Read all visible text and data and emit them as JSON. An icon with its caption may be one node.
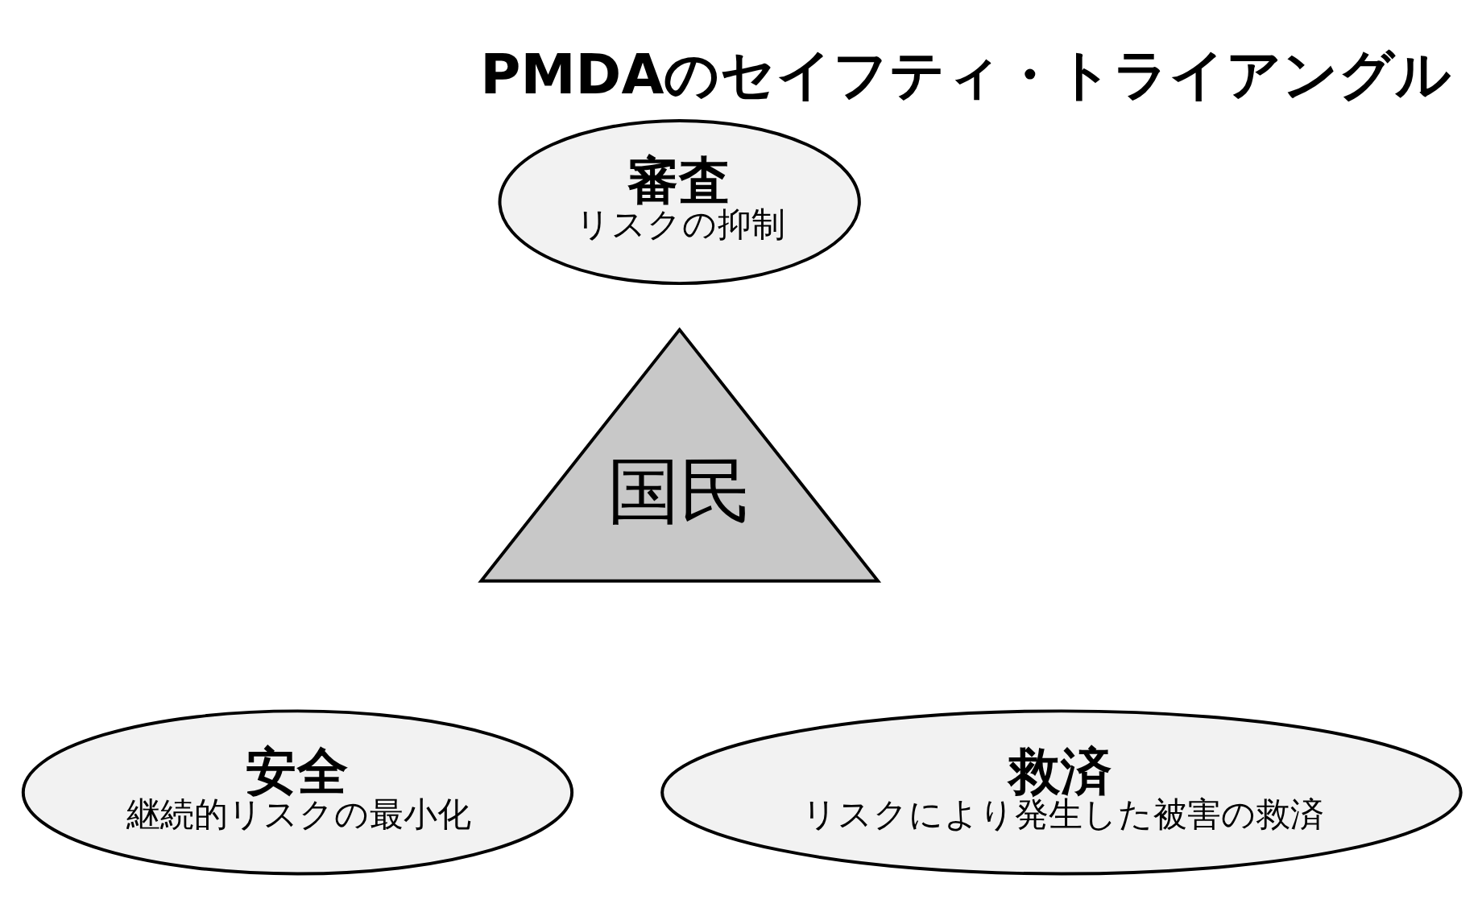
{
  "diagram": {
    "title": "PMDAのセイフティ・トライアングル",
    "nodes": [
      {
        "text": [
          "審査",
          "リスクの抑制"
        ]
      },
      {
        "text": [
          "安全",
          "継続的リスクの最小化"
        ]
      },
      {
        "text": [
          "救済",
          "リスクにより発生した被害の救済"
        ]
      },
      {
        "text": [
          "国民"
        ]
      }
    ],
    "edges": []
  }
}
